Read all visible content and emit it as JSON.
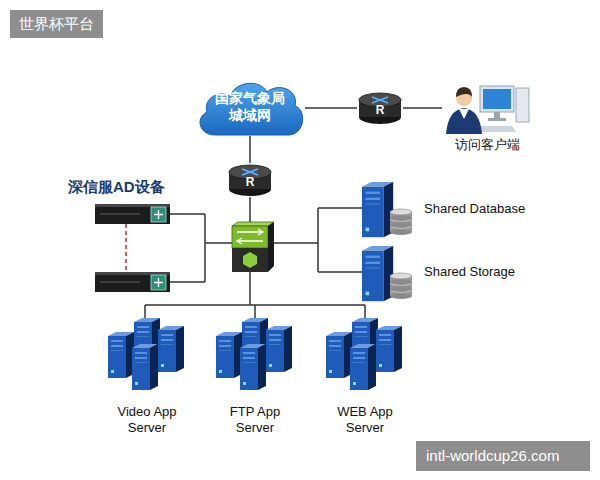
{
  "diagram": {
    "nodes": [
      {
        "text": [
          "国家气象局 城域网"
        ]
      },
      {
        "text": [
          "R"
        ]
      },
      {
        "text": [
          "访问客户端"
        ]
      },
      {
        "text": [
          "R"
        ]
      },
      {
        "text": [
          "深信服AD设备"
        ]
      },
      {
        "text": [
          "Shared Database"
        ]
      },
      {
        "text": [
          "Shared Storage"
        ]
      },
      {
        "text": [
          "Video App Server"
        ]
      },
      {
        "text": [
          "FTP App Server"
        ]
      },
      {
        "text": [
          "WEB App Server"
        ]
      }
    ],
    "edges": [
      {
        "from": 0,
        "to": 1,
        "arrow": "none"
      },
      {
        "from": 1,
        "to": 2,
        "arrow": "none"
      },
      {
        "from": 0,
        "to": 3,
        "arrow": "none"
      }
    ],
    "labels": [
      "世界杯平台",
      "intl-worldcup26.com"
    ]
  }
}
